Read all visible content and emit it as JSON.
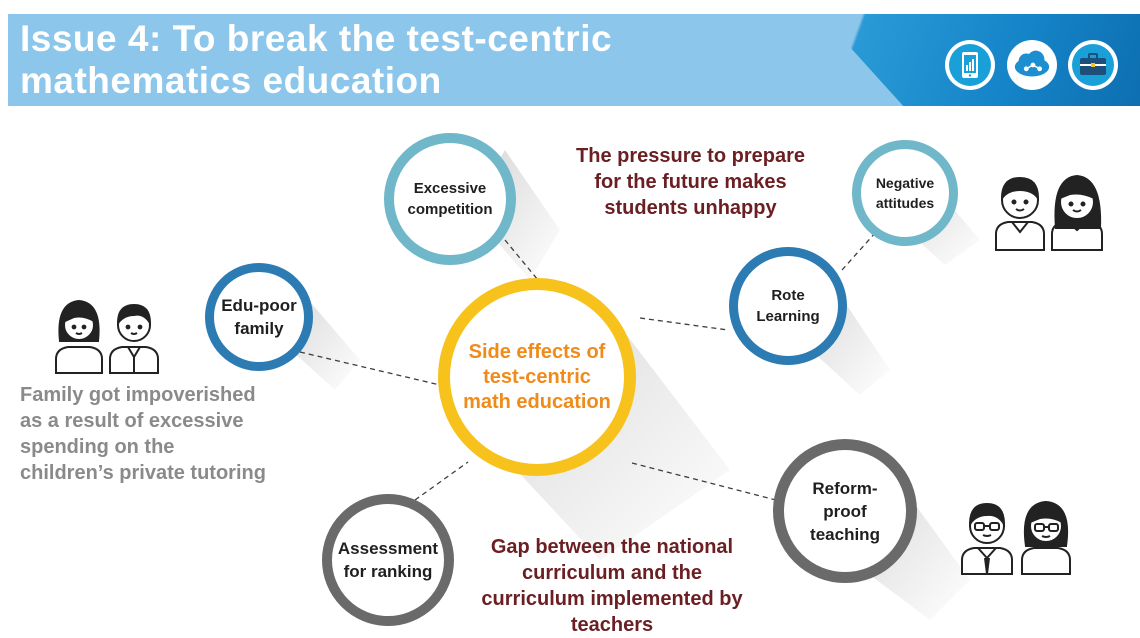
{
  "header": {
    "title_line1": "Issue 4: To break the test-centric",
    "title_line2": "mathematics education",
    "icons": [
      "tablet-icon",
      "cloud-icon",
      "briefcase-icon"
    ],
    "colors": {
      "banner": "#8cc6ea",
      "banner_dark": "#1584c8"
    }
  },
  "center": {
    "line1": "Side effects of",
    "line2": "test-centric",
    "line3": "math education",
    "color": "#f08b1a",
    "ring_color": "#f7c21b"
  },
  "nodes": {
    "excessive_competition": {
      "line1": "Excessive",
      "line2": "competition"
    },
    "negative_attitudes": {
      "line1": "Negative",
      "line2": "attitudes"
    },
    "rote_learning": {
      "line1": "Rote",
      "line2": "Learning"
    },
    "edu_poor_family": {
      "line1": "Edu-poor",
      "line2": "family"
    },
    "assessment_for_ranking": {
      "line1": "Assessment",
      "line2": "for ranking"
    },
    "reform_proof_teaching": {
      "line1": "Reform-",
      "line2": "proof",
      "line3": "teaching"
    }
  },
  "notes": {
    "pressure": [
      "The pressure to prepare",
      "for the future makes",
      "students unhappy"
    ],
    "family": [
      "Family got impoverished",
      "as a result of excessive",
      "spending on the",
      "children’s private tutoring"
    ],
    "gap": [
      "Gap between the national",
      "curriculum and the",
      "curriculum implemented by",
      "teachers"
    ]
  }
}
